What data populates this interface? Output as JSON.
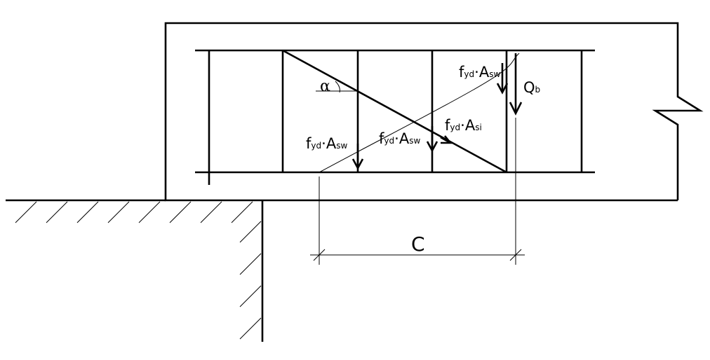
{
  "labels": {
    "alpha": "α",
    "force_main": "f",
    "force_main_sub": "yd",
    "force_dot": "·",
    "area_main": "A",
    "area_sub_sw": "sw",
    "area_sub_si": "si",
    "shear_main": "Q",
    "shear_sub": "b",
    "span": "C"
  }
}
